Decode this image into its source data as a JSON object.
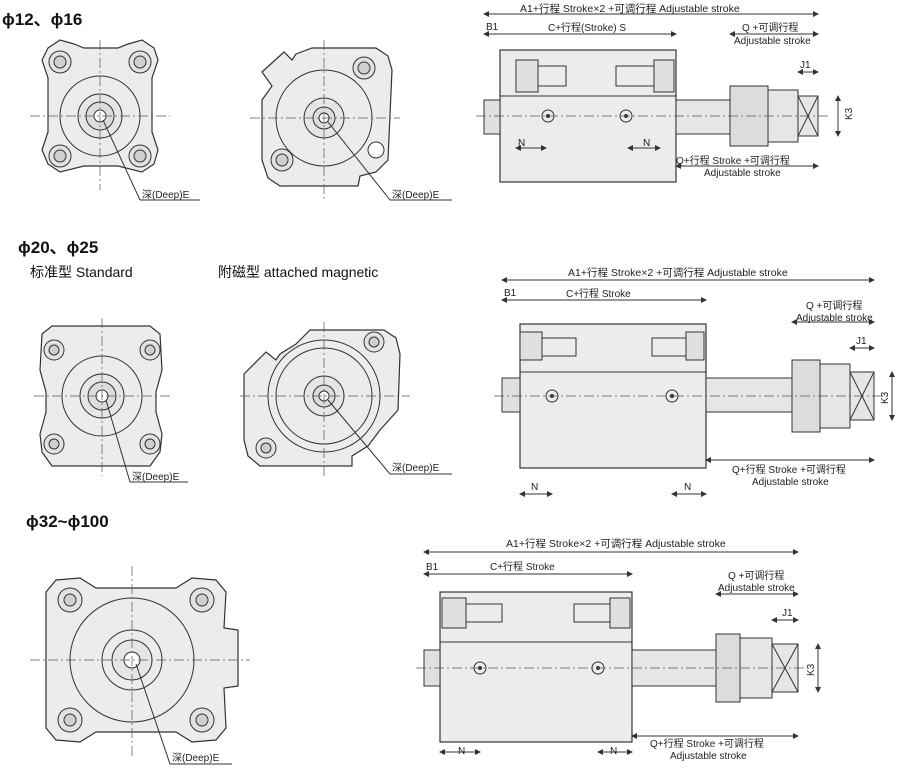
{
  "headings": {
    "g1": "ϕ12、ϕ16",
    "g2": "ϕ20、ϕ25",
    "g3": "ϕ32~ϕ100",
    "standard": "标准型 Standard",
    "magnetic": "附磁型  attached magnetic"
  },
  "front_labels": {
    "deep": "深(Deep)E"
  },
  "dims": {
    "a1": "A1+行程 Stroke×2 +可调行程 Adjustable stroke",
    "b1": "B1",
    "c_stroke_s": "C+行程(Stroke) S",
    "c_stroke": "C+行程 Stroke",
    "q_line1": "Q +可调行程",
    "q_line2": "Adjustable stroke",
    "j1": "J1",
    "k3": "K3",
    "n": "N",
    "qs_line1": "Q+行程 Stroke +可调行程",
    "qs_line2": "Adjustable stroke"
  }
}
